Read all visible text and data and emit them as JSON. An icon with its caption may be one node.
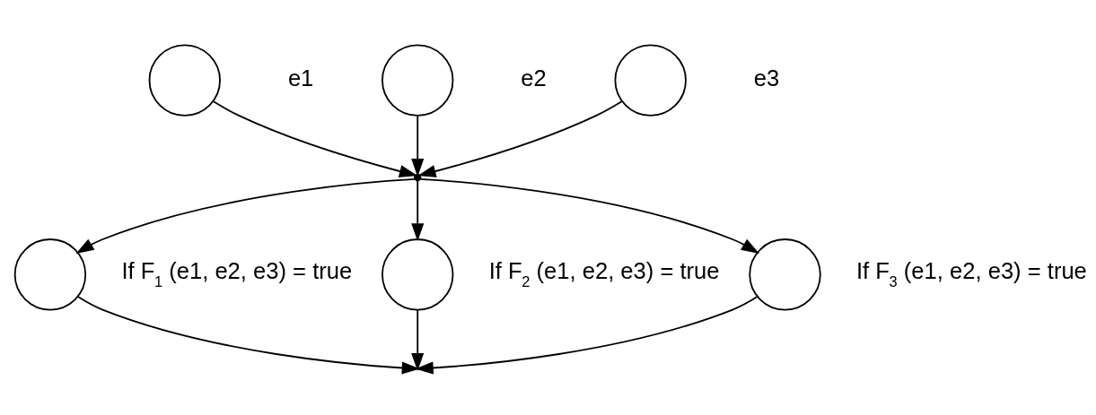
{
  "diagram": {
    "nodes": [
      {
        "text": [],
        "shape": "circle",
        "beside": [
          "e1"
        ]
      },
      {
        "text": [],
        "shape": "circle",
        "beside": [
          "e2"
        ]
      },
      {
        "text": [],
        "shape": "circle",
        "beside": [
          "e3"
        ]
      },
      {
        "text": [],
        "shape": "point"
      },
      {
        "text": [],
        "shape": "circle",
        "beside": [
          "If F$_{1}$ (e1, e2, e3) = true"
        ]
      },
      {
        "text": [],
        "shape": "circle",
        "beside": [
          "If F$_{2}$ (e1, e2, e3) = true"
        ]
      },
      {
        "text": [],
        "shape": "circle",
        "beside": [
          "If F$_{3}$ (e1, e2, e3) = true"
        ]
      }
    ],
    "edges": [
      {
        "from": 0,
        "to": 3,
        "arrow": "to"
      },
      {
        "from": 1,
        "to": 3,
        "arrow": "to"
      },
      {
        "from": 2,
        "to": 3,
        "arrow": "to"
      },
      {
        "from": 3,
        "to": 4,
        "arrow": "to"
      },
      {
        "from": 3,
        "to": 5,
        "arrow": "to"
      },
      {
        "from": 3,
        "to": 6,
        "arrow": "to"
      },
      {
        "from": 4,
        "to": null,
        "arrow": "to"
      },
      {
        "from": 5,
        "to": null,
        "arrow": "to"
      },
      {
        "from": 6,
        "to": null,
        "arrow": "to"
      }
    ]
  }
}
